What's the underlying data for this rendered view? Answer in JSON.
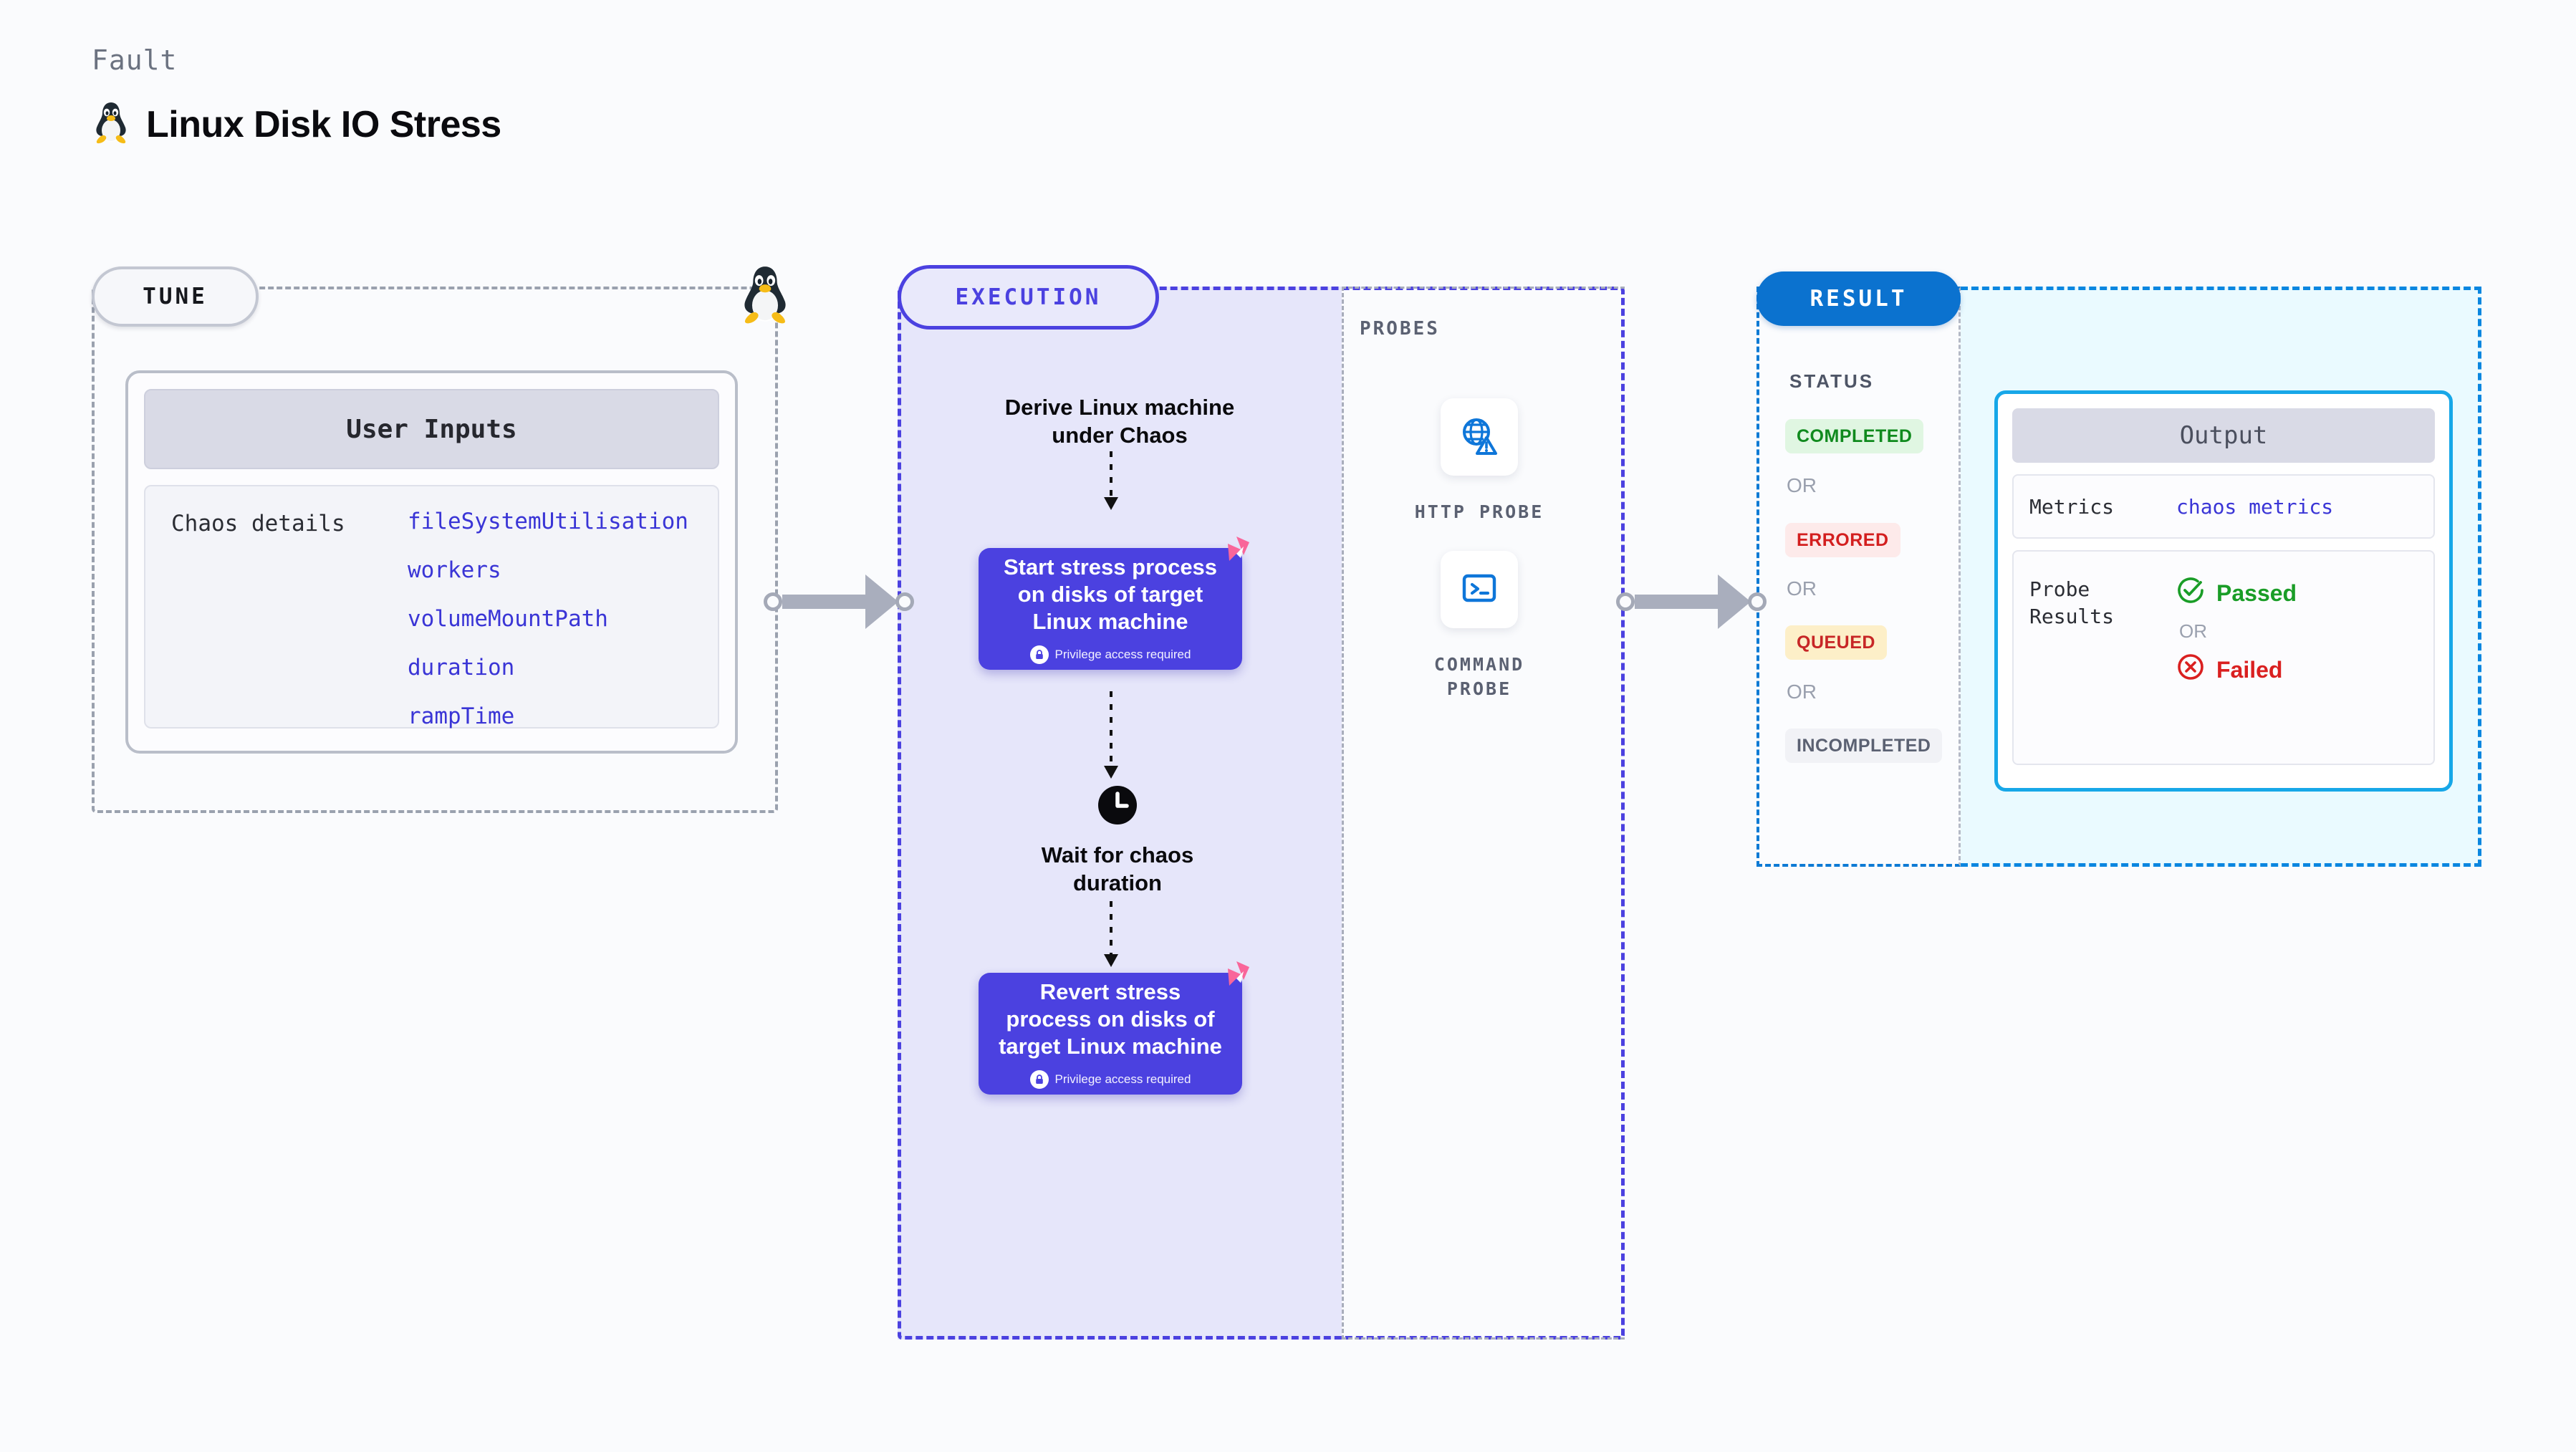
{
  "header": {
    "kicker": "Fault",
    "title": "Linux Disk IO Stress",
    "icon": "linux-penguin-icon"
  },
  "tune": {
    "pill_label": "TUNE",
    "edge_icon": "linux-penguin-icon",
    "user_inputs": {
      "header": "User Inputs",
      "row_label": "Chaos details",
      "params": [
        "fileSystemUtilisation",
        "workers",
        "volumeMountPath",
        "duration",
        "rampTime"
      ]
    }
  },
  "execution": {
    "pill_label": "EXECUTION",
    "steps": [
      {
        "kind": "text",
        "label": "Derive Linux machine\nunder Chaos"
      },
      {
        "kind": "action",
        "label": "Start stress process\non disks of target\nLinux machine",
        "note": "Privilege access required",
        "badge": "litmus-logo-icon"
      },
      {
        "kind": "text",
        "label": "Wait for chaos\nduration",
        "icon": "clock-icon"
      },
      {
        "kind": "action",
        "label": "Revert stress\nprocess on disks of\ntarget Linux machine",
        "note": "Privilege access required",
        "badge": "litmus-logo-icon"
      }
    ]
  },
  "probes": {
    "section_label": "PROBES",
    "items": [
      {
        "icon": "globe-warning-icon",
        "label": "HTTP PROBE"
      },
      {
        "icon": "terminal-prompt-icon",
        "label": "COMMAND\nPROBE"
      }
    ]
  },
  "result": {
    "pill_label": "RESULT",
    "status_label": "STATUS",
    "or_label": "OR",
    "statuses": [
      {
        "label": "COMPLETED",
        "bg": "#e0f6e2",
        "color": "#108a1e"
      },
      {
        "label": "ERRORED",
        "bg": "#fdeaea",
        "color": "#d31f1f"
      },
      {
        "label": "QUEUED",
        "bg": "#fdefc8",
        "color": "#c72626"
      },
      {
        "label": "INCOMPLETED",
        "bg": "#f1f2f6",
        "color": "#5b6172"
      }
    ],
    "output": {
      "header": "Output",
      "metrics_label": "Metrics",
      "metrics_value": "chaos metrics",
      "probe_results_label": "Probe\nResults",
      "verdict_pass": "Passed",
      "verdict_fail": "Failed",
      "verdict_or": "OR",
      "pass_icon": "check-circle-icon",
      "fail_icon": "x-circle-icon"
    }
  },
  "colors": {
    "execution_accent": "#4b41e0",
    "result_accent": "#0b72cf",
    "output_accent": "#17a7e8",
    "param_text": "#3a35d6",
    "litmus_pink": "#f9669a"
  }
}
